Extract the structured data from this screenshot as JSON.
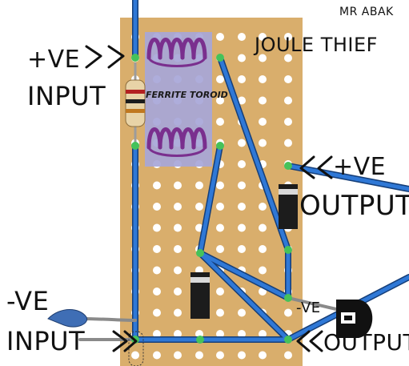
{
  "author": "MR ABAK",
  "title": "JOULE THIEF",
  "input_positive": {
    "sign": "+VE",
    "word": "INPUT"
  },
  "input_negative": {
    "sign": "-VE",
    "word": "INPUT"
  },
  "output_positive": {
    "sign": "+VE",
    "word": "OUTPUT"
  },
  "output_negative": {
    "sign": "-VE",
    "word": "OUTPUT"
  },
  "toroid_label": "FERRITE TOROID",
  "colors": {
    "board": "#d9ae6c",
    "strip_copper": "#eccf9b",
    "hole": "#ffffff",
    "wire": "#2f78d6",
    "wire_outline": "#153e78",
    "pad": "#45c25a",
    "toroid_body": "#a7a6d8",
    "coil": "#7a2f8e",
    "diode_body": "#1c1c1c",
    "diode_band": "#d9d9d9",
    "capacitor": "#3f6eb5",
    "transistor": "#111111",
    "ink": "#111111"
  },
  "icons": [
    "resistor-icon",
    "diode-icon",
    "capacitor-icon",
    "transistor-icon",
    "toroid-coil-icon",
    "arrow-icon"
  ]
}
